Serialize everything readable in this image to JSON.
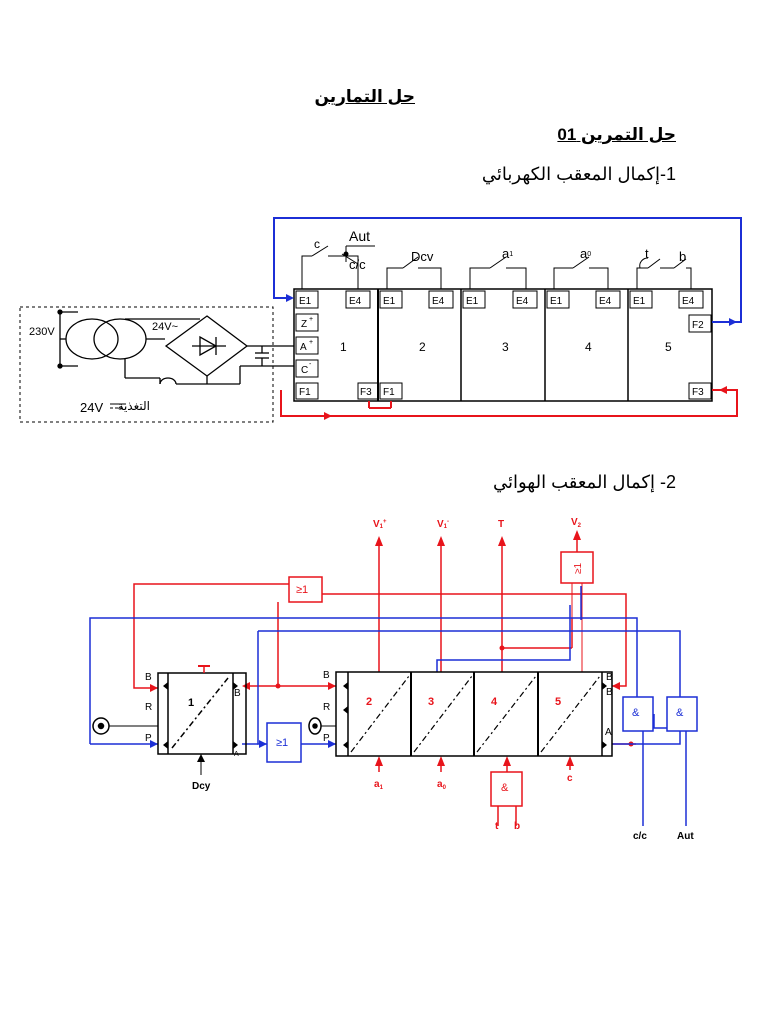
{
  "page": {
    "title": "حل التمارين",
    "exercise_title": "حل التمرين 01",
    "q1_heading": "1-إكمال المعقب الكهربائي",
    "q2_heading": "2- إكمال المعقب الهوائي"
  },
  "electric": {
    "supply": {
      "v_in": "230V",
      "v_ac": "24V~",
      "caption": "التغذية",
      "v_dc": "24V"
    },
    "module_numbers": [
      "1",
      "2",
      "3",
      "4",
      "5"
    ],
    "inputs": {
      "e1": "E1",
      "e4": "E4",
      "z": "Z",
      "a": "A",
      "c": "C",
      "f1": "F1",
      "f2": "F2",
      "f3": "F3"
    },
    "contacts": {
      "aut": "Aut",
      "c": "c",
      "cc": "c/c",
      "dcy": "Dcv",
      "a1": "a",
      "a1_sub": "1",
      "a0": "a",
      "a0_sub": "0",
      "t": "t",
      "b": "b"
    }
  },
  "pneumatic": {
    "outputs": {
      "v1p": "V",
      "v1m": "V",
      "v_sub": "1",
      "t": "T",
      "v2": "V",
      "v2_sub": "2"
    },
    "gates": {
      "or": "≥1",
      "and": "&"
    },
    "module_numbers": [
      "1",
      "2",
      "3",
      "4",
      "5"
    ],
    "ports": {
      "b": "B",
      "r": "R",
      "p": "P",
      "a": "A"
    },
    "inputs": {
      "dcy": "Dcy",
      "a1": "a",
      "a1_sub": "1",
      "a0": "a",
      "a0_sub": "0",
      "t": "t",
      "b": "b",
      "c": "c",
      "cc": "c/c",
      "aut": "Aut"
    }
  },
  "colors": {
    "red": "#e8141b",
    "blue": "#1c2fd6",
    "black": "#000000"
  }
}
